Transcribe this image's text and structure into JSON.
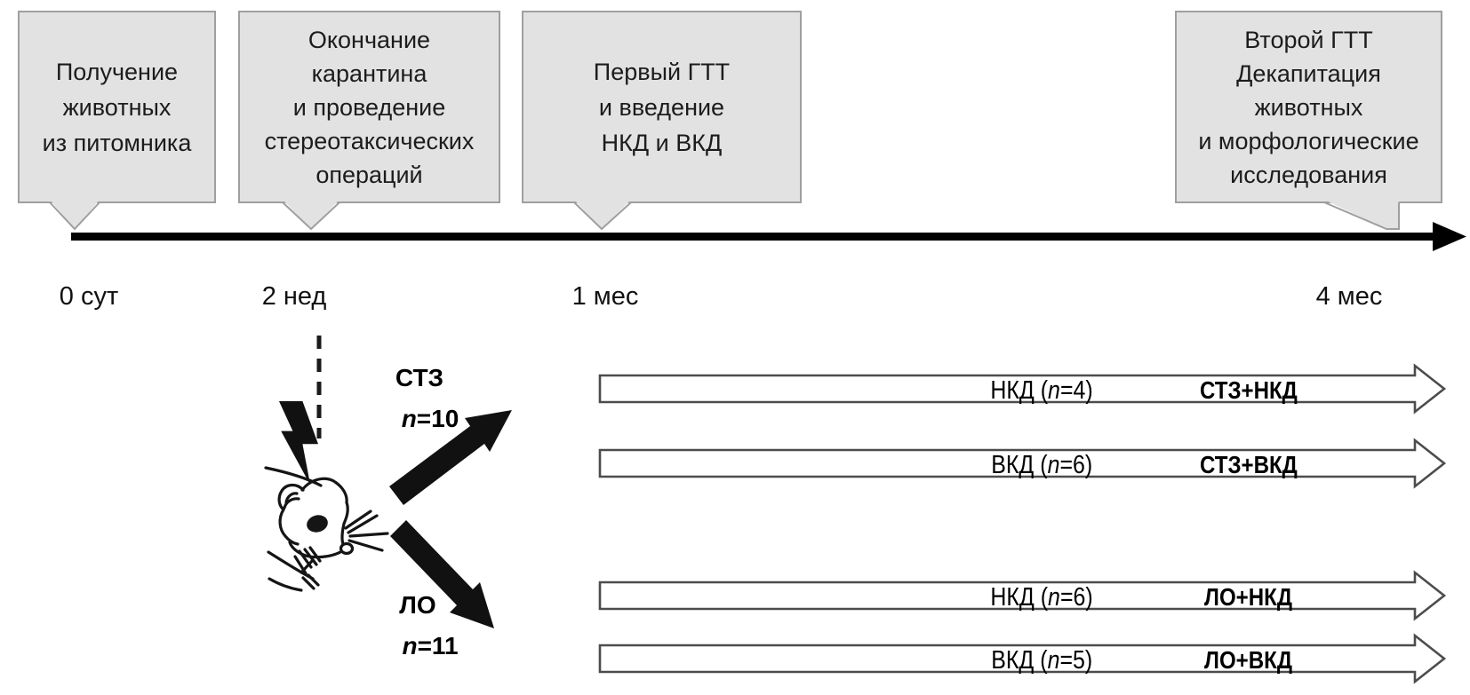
{
  "milestones": [
    {
      "text": "Получение\nживотных\nиз питомника",
      "time": "0 сут"
    },
    {
      "text": "Окончание\nкарантина\nи проведение\nстереотаксических\nопераций",
      "time": "2 нед"
    },
    {
      "text": "Первый ГТТ\nи введение\nНКД и ВКД",
      "time": "1 мес"
    },
    {
      "text": "Второй ГТТ\nДекапитация\nживотных\nи морфологические\nисследования",
      "time": "4 мес"
    }
  ],
  "branches": {
    "stz": {
      "label": "СТЗ",
      "n_italic": "n",
      "n_value": "=10"
    },
    "lo": {
      "label": "ЛО",
      "n_italic": "n",
      "n_value": "=11"
    }
  },
  "groups": [
    {
      "diet_prefix": "НКД (",
      "n_italic": "n",
      "n_suffix": "=4)",
      "group": "СТЗ+НКД"
    },
    {
      "diet_prefix": "ВКД (",
      "n_italic": "n",
      "n_suffix": "=6)",
      "group": "СТЗ+ВКД"
    },
    {
      "diet_prefix": "НКД (",
      "n_italic": "n",
      "n_suffix": "=6)",
      "group": "ЛО+НКД"
    },
    {
      "diet_prefix": "ВКД (",
      "n_italic": "n",
      "n_suffix": "=5)",
      "group": "ЛО+ВКД"
    }
  ],
  "colors": {
    "box_fill": "#e2e2e2",
    "box_border": "#9f9f9f",
    "timeline_black": "#000000",
    "group_arrow_stroke": "#4c4c4c",
    "group_arrow_fill": "#ffffff"
  }
}
